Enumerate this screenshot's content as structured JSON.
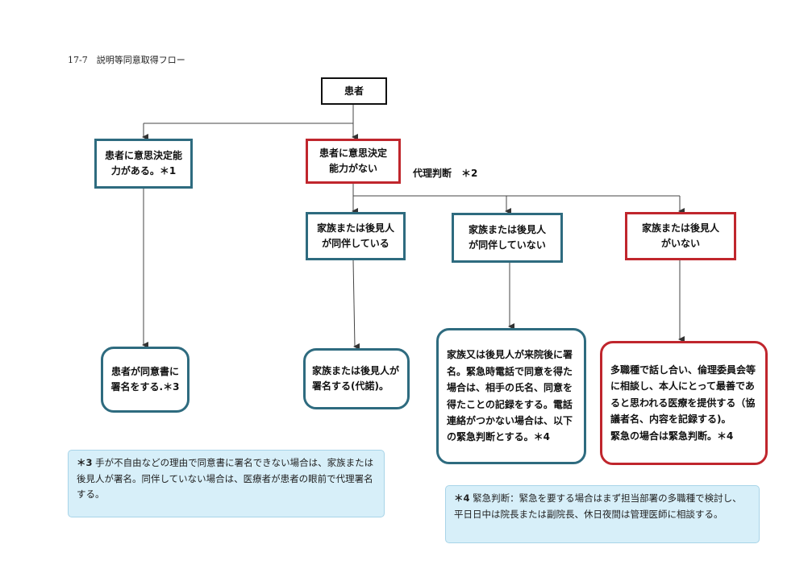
{
  "title": "17-7　説明等同意取得フロー",
  "nodes": {
    "patient": "患者",
    "capable": "患者に意思決定能力がある。＊1",
    "incapable": "患者に意思決定能力がない",
    "proxy_label": "代理判断　＊2",
    "accompanied": "家族または後見人が同伴している",
    "not_accompanied": "家族または後見人が同伴していない",
    "none": "家族または後見人がいない",
    "result_capable": "患者が同意書に署名をする.＊3",
    "result_accompanied": "家族または後見人が署名する(代諾)。",
    "result_not_accompanied": "家族又は後見人が来院後に署名。緊急時電話で同意を得た場合は、相手の氏名、同意を得たことの記録をする。電話連絡がつかない場合は、以下の緊急判断とする。＊4",
    "result_none_main": "多職種で話し合い、倫理委員会等に相談し、本人にとって最善であると思われる医療を提供する（協議者名、内容を記録する)。",
    "result_none_emergency": "緊急の場合は緊急判断。＊4"
  },
  "notes": {
    "note3_mark": "＊3",
    "note3_text": "手が不自由などの理由で同意書に署名できない場合は、家族または後見人が署名。同伴していない場合は、医療者が患者の眼前で代理署名する。",
    "note4_mark": "＊4",
    "note4_text": "緊急判断：緊急を要する場合はまず担当部署の多職種で検討し、平日日中は院長または副院長、休日夜間は管理医師に相談する。"
  }
}
